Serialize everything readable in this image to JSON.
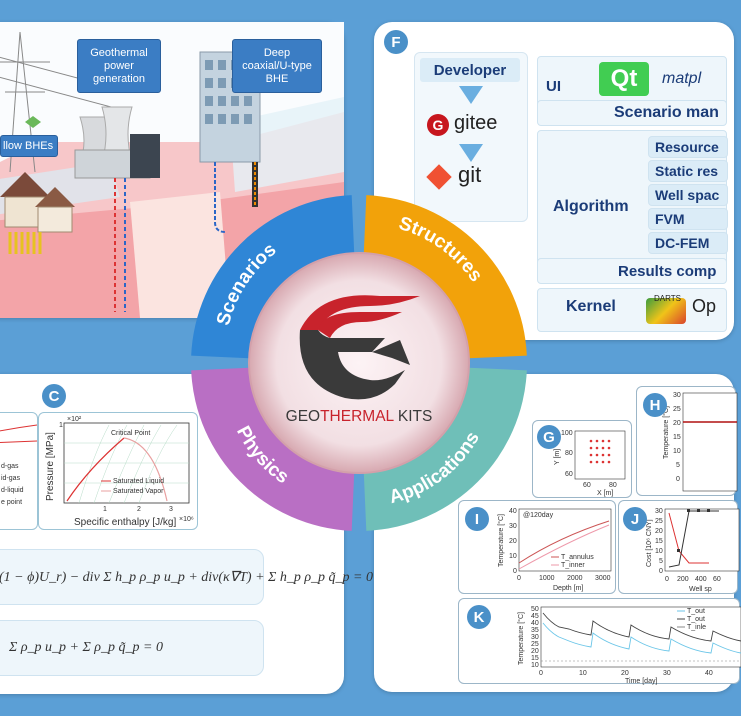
{
  "scenarios_panel": {
    "labels": {
      "geothermal_power": "Geothermal\npower\ngeneration",
      "deep_bhe": "Deep\ncoaxial/U-type\nBHE",
      "shallow_bhes": "llow BHEs"
    }
  },
  "structures_panel": {
    "badge": "F",
    "developer": "Developer",
    "gitee": "gitee",
    "git": "git",
    "ui": "UI",
    "qt": "Qt",
    "matplotlib": "matpl",
    "scenario_manager": "Scenario man",
    "algorithm": "Algorithm",
    "algorithm_items": [
      "Resource",
      "Static res",
      "Well spac",
      "FVM",
      "DC-FEM"
    ],
    "results": "Results comp",
    "kernel": "Kernel",
    "darts": "DARTS",
    "op": "Op"
  },
  "physics_panel": {
    "badge": "C",
    "chart_c": {
      "ylabel": "Pressure [MPa]",
      "xlabel": "Specific enthalpy [J/kg]",
      "critical": "Critical Point",
      "legend": [
        "Saturated Liquid",
        "Saturated Vapor"
      ],
      "y_scale": "×10²",
      "x_scale": "×10⁶",
      "yticks": [
        "1"
      ],
      "xticks": [
        "1",
        "2",
        "3"
      ]
    },
    "left_chart_legend": [
      "d-gas",
      "id-gas",
      "d-liquid",
      "e point"
    ],
    "equation1": "(1 − ϕ)U_r) − div Σ h_p ρ_p u_p + div(κ∇T) + Σ h_p ρ_p q̃_p = 0",
    "equation2": "Σ ρ_p u_p + Σ ρ_p q̃_p = 0"
  },
  "applications_panel": {
    "badges": {
      "g": "G",
      "h": "H",
      "i": "I",
      "j": "J",
      "k": "K"
    },
    "chart_g": {
      "ylabel": "Y [m]",
      "xlabel": "X [m]",
      "yticks": [
        "100",
        "80",
        "60"
      ],
      "xticks": [
        "60",
        "80"
      ]
    },
    "chart_h": {
      "ylabel": "Temperature [°C]",
      "yticks": [
        "30",
        "25",
        "20",
        "15",
        "10",
        "5",
        "0"
      ]
    },
    "chart_i": {
      "title": "@120day",
      "ylabel": "Temperature [°C]",
      "xlabel": "Depth [m]",
      "legend": [
        "T_annulus",
        "T_inner"
      ],
      "xticks": [
        "0",
        "1000",
        "2000",
        "3000"
      ],
      "yticks": [
        "40",
        "30",
        "20",
        "10",
        "0"
      ]
    },
    "chart_j": {
      "ylabel": "Cost [10⁶ CNY]",
      "xlabel": "Well sp",
      "xticks": [
        "0",
        "200",
        "400",
        "60"
      ],
      "yticks": [
        "30",
        "25",
        "20",
        "15",
        "10",
        "5",
        "0"
      ]
    },
    "chart_k": {
      "ylabel": "Temperature [°C]",
      "xlabel": "Time [day]",
      "legend": [
        "T_out",
        "T_out",
        "T_inle"
      ],
      "xticks": [
        "0",
        "10",
        "20",
        "30",
        "40"
      ],
      "yticks": [
        "50",
        "45",
        "40",
        "35",
        "30",
        "25",
        "20",
        "15",
        "10"
      ]
    }
  },
  "center": {
    "brand_part1": "GEO",
    "brand_part2": "THERMAL",
    "brand_part3": " KITS",
    "segments": {
      "scenarios": "Scenarios",
      "structures": "Structures",
      "physics": "Physics",
      "applications": "Applications"
    },
    "colors": {
      "scenarios": "#2f86d6",
      "structures": "#f2a20a",
      "physics": "#b96fc4",
      "applications": "#6fbfb8",
      "brand_red": "#c8232c"
    }
  }
}
